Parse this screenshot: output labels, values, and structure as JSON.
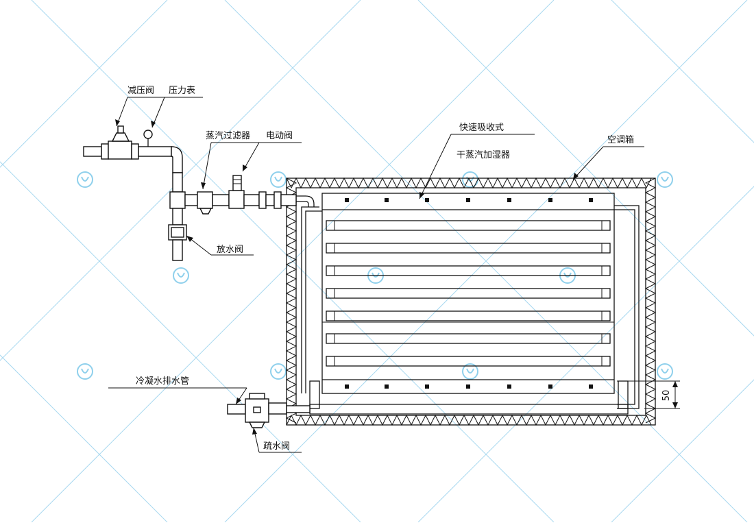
{
  "labels": {
    "pressure_reducing_valve": "减压阀",
    "pressure_gauge": "压力表",
    "steam_filter": "蒸汽过滤器",
    "electric_valve": "电动阀",
    "drain_valve": "放水阀",
    "condensate_pipe": "冷凝水排水管",
    "trap_valve": "疏水阀",
    "humidifier_line1": "快速吸收式",
    "humidifier_line2": "干蒸汽加湿器",
    "air_box": "空调箱",
    "dimension": "50"
  },
  "colors": {
    "line": "#111111",
    "watermark": "#a9d9f0"
  }
}
